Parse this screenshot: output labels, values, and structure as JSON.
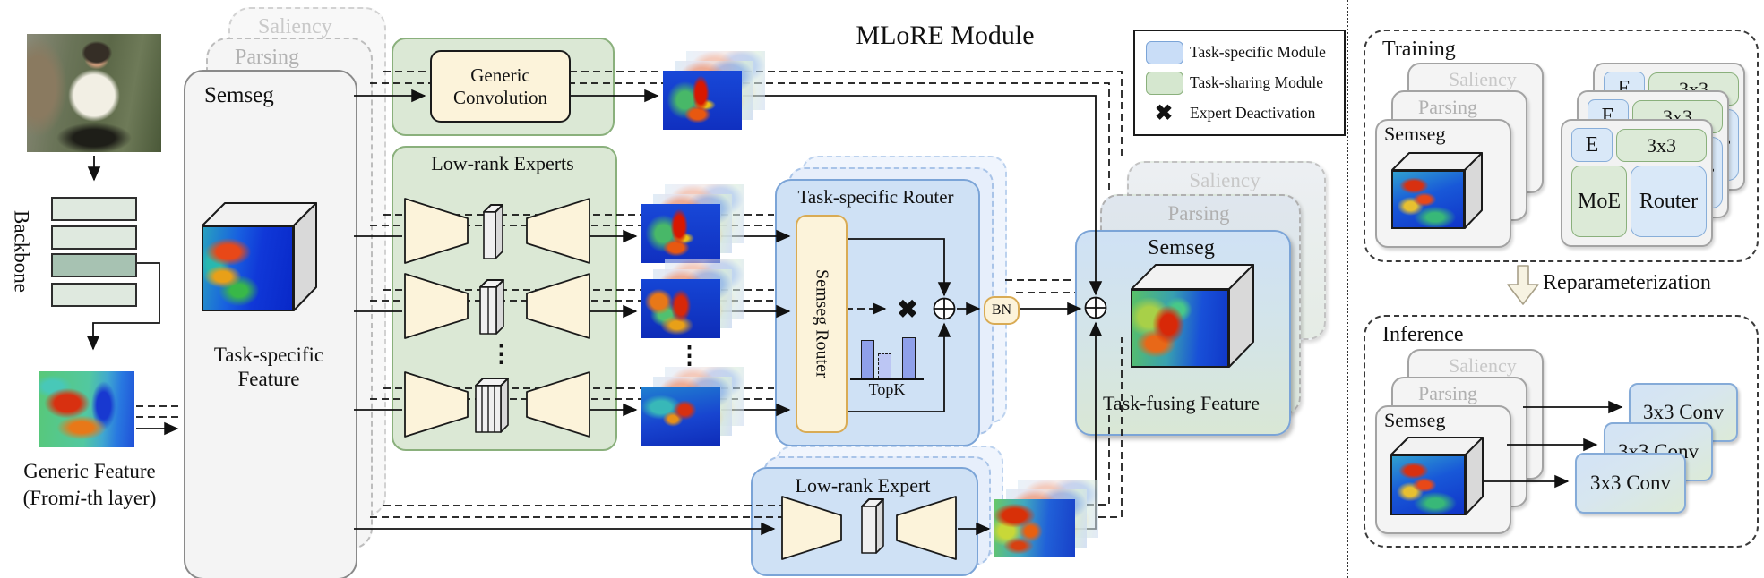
{
  "title": "MLoRE Module",
  "tasks": {
    "semseg": "Semseg",
    "parsing": "Parsing",
    "saliency": "Saliency"
  },
  "left": {
    "backbone": "Backbone",
    "generic_feature_line1": "Generic Feature",
    "gf_pre": "(From ",
    "gf_i": "i",
    "gf_post": "-th layer)",
    "task_specific_feature": "Task-specific Feature"
  },
  "module": {
    "generic_conv": "Generic Convolution",
    "low_rank_experts": "Low-rank Experts",
    "router_title": "Task-specific Router",
    "router_inner": "Semseg Router",
    "topk": "TopK",
    "bn": "BN",
    "x_symbol": "✖",
    "dots": "⋮",
    "fusing_label": "Task-fusing Feature",
    "shared_expert": "Low-rank Expert"
  },
  "legend": {
    "task_specific": "Task-specific Module",
    "task_sharing": "Task-sharing Module",
    "expert_deactivation": "Expert Deactivation",
    "x_symbol": "✖"
  },
  "right": {
    "training": "Training",
    "inference": "Inference",
    "reparam": "Reparameterization",
    "e_label": "E",
    "conv_label": "3x3",
    "moe_label": "MoE",
    "router_label": "Router",
    "conv_full_label": "3x3 Conv"
  },
  "colors": {
    "task_specific_fill": "#cfe1f5",
    "task_specific_border": "#7ba4d7",
    "task_sharing_fill": "#dbe8d5",
    "task_sharing_border": "#8ab07c",
    "expert_fill": "#fcf3da"
  }
}
